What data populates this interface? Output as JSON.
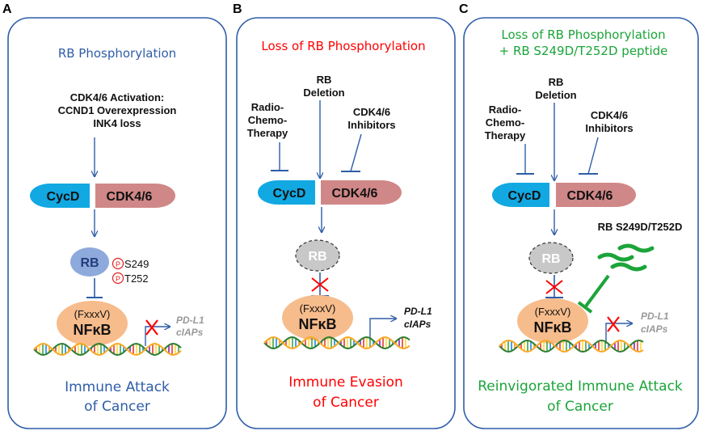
{
  "colors": {
    "blue": "#2E5DA8",
    "red": "#FF0000",
    "green": "#1CA43A",
    "cycd_fill": "#12A8E2",
    "cdk_fill": "#D08787",
    "rb_fill": "#8EA9DB",
    "rb_lost_fill": "#C8C8C8",
    "nfkb_fill": "#F7BC8C",
    "gray_text": "#999999"
  },
  "panels": [
    {
      "letter": "A",
      "title_lines": [
        "RB Phosphorylation"
      ],
      "title_color": "#2E5DA8",
      "activation_lines": [
        "CDK4/6 Activation:",
        "CCND1 Overexpression",
        "INK4 loss"
      ],
      "cycd": "CycD",
      "cdk": "CDK4/6",
      "rb": "RB",
      "p_symbol": "P",
      "phospho_sites": [
        "S249",
        "T252"
      ],
      "fxxxv": "(FxxxV)",
      "nfkb": "NFκB",
      "gene_lines": [
        "PD-L1",
        "cIAPs"
      ],
      "outcome_lines": [
        "Immune Attack",
        "of Cancer"
      ],
      "outcome_color": "#2E5DA8"
    },
    {
      "letter": "B",
      "title_lines": [
        "Loss of RB Phosphorylation"
      ],
      "title_color": "#FF0000",
      "radio_lines": [
        "Radio-",
        "Chemo-",
        "Therapy"
      ],
      "deletion_lines": [
        "RB",
        "Deletion"
      ],
      "inhib_lines": [
        "CDK4/6",
        "Inhibitors"
      ],
      "cycd": "CycD",
      "cdk": "CDK4/6",
      "rb": "RB",
      "fxxxv": "(FxxxV)",
      "nfkb": "NFκB",
      "gene_lines": [
        "PD-L1",
        "cIAPs"
      ],
      "outcome_lines": [
        "Immune Evasion",
        "of Cancer"
      ],
      "outcome_color": "#FF0000"
    },
    {
      "letter": "C",
      "title_lines": [
        "Loss of RB Phosphorylation",
        "+ RB S249D/T252D peptide"
      ],
      "title_color": "#1CA43A",
      "radio_lines": [
        "Radio-",
        "Chemo-",
        "Therapy"
      ],
      "deletion_lines": [
        "RB",
        "Deletion"
      ],
      "inhib_lines": [
        "CDK4/6",
        "Inhibitors"
      ],
      "cycd": "CycD",
      "cdk": "CDK4/6",
      "rb": "RB",
      "peptide_label": "RB S249D/T252D",
      "fxxxv": "(FxxxV)",
      "nfkb": "NFκB",
      "gene_lines": [
        "PD-L1",
        "cIAPs"
      ],
      "outcome_lines": [
        "Reinvigorated Immune Attack",
        "of Cancer"
      ],
      "outcome_color": "#1CA43A"
    }
  ]
}
